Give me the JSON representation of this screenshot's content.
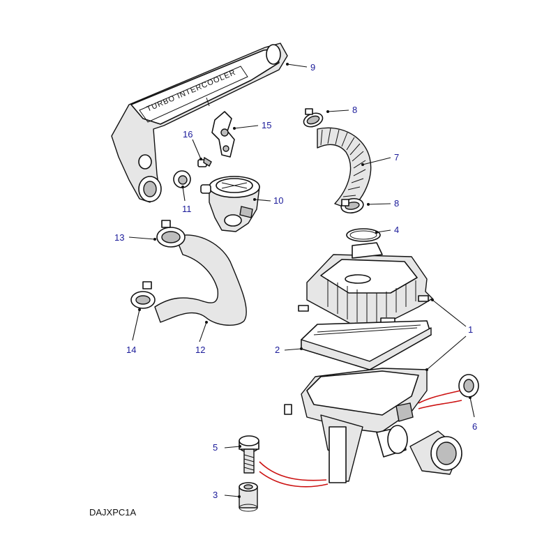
{
  "diagram": {
    "drawing_code": "DAJXPC1A",
    "intercooler_lettering": "TURBO INTERCOOLER",
    "callouts": {
      "c1": "1",
      "c2": "2",
      "c3": "3",
      "c4": "4",
      "c5": "5",
      "c6": "6",
      "c7": "7",
      "c8a": "8",
      "c8b": "8",
      "c9": "9",
      "c10": "10",
      "c11": "11",
      "c12": "12",
      "c13": "13",
      "c14": "14",
      "c15": "15",
      "c16": "16"
    },
    "colors": {
      "callout_text": "#1a1a99",
      "wiring": "#cc1111",
      "line": "#111111"
    }
  }
}
